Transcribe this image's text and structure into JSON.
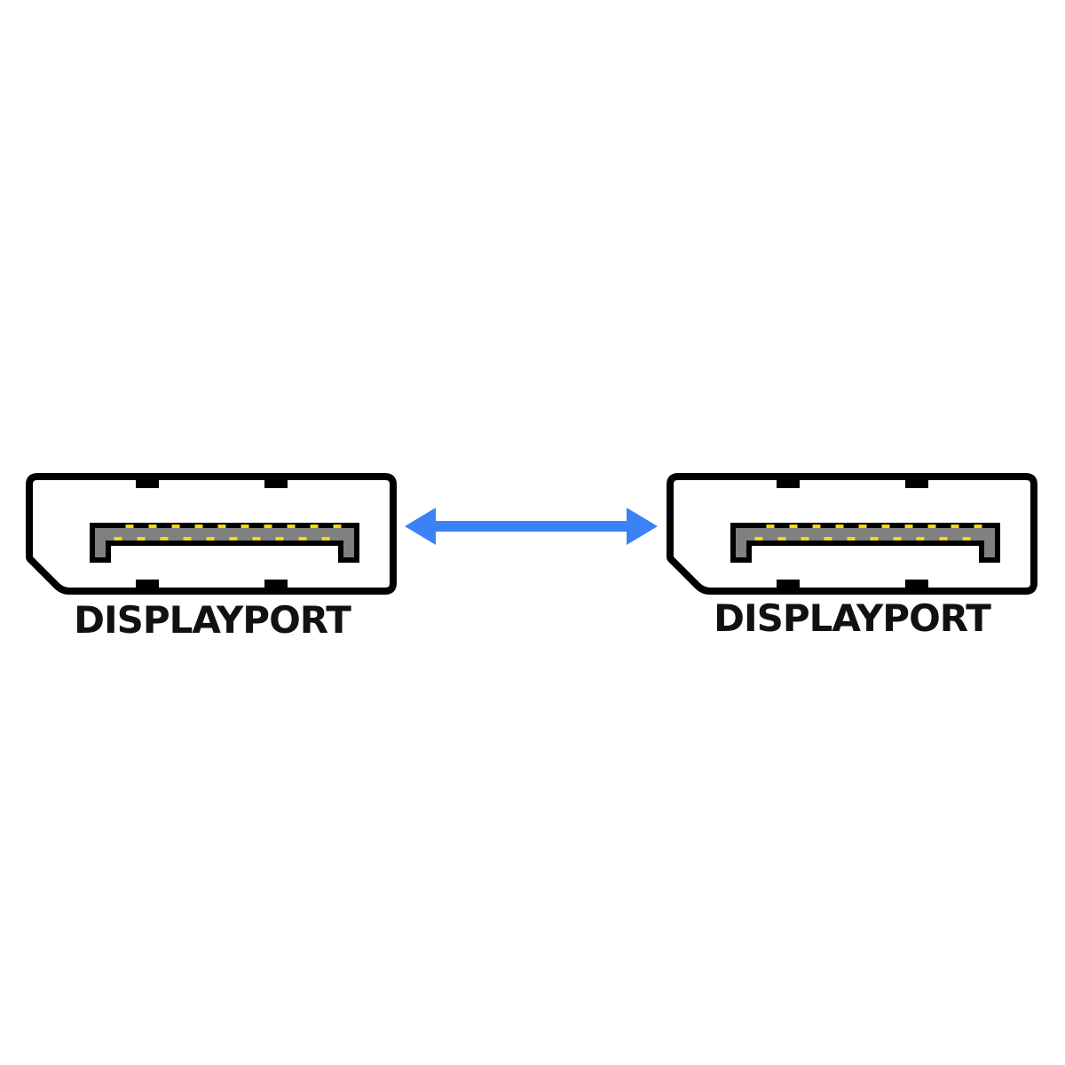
{
  "colors": {
    "outline": "#000000",
    "body_fill": "#ffffff",
    "tongue_fill": "#808080",
    "pin_fill": "#f5d90a",
    "arrow": "#3b82f6"
  },
  "connectors": [
    {
      "label": "DISPLAYPORT",
      "icon": "displayport-connector-icon"
    },
    {
      "label": "DISPLAYPORT",
      "icon": "displayport-connector-icon"
    }
  ],
  "link_icon": "double-headed-arrow-icon",
  "pins_per_row": 10
}
